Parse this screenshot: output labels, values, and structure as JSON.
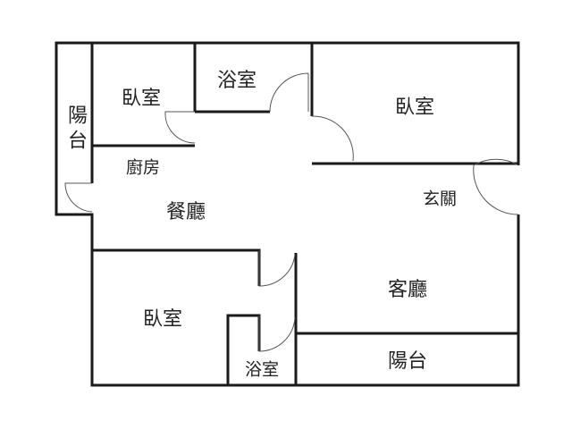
{
  "rooms": {
    "balcony_left": "陽台",
    "bedroom_top_left": "臥室",
    "bath_top": "浴室",
    "bedroom_top_right": "臥室",
    "kitchen": "廚房",
    "dining": "餐廳",
    "entrance": "玄關",
    "living": "客廳",
    "bedroom_bottom": "臥室",
    "bath_bottom": "浴室",
    "balcony_bottom": "陽台"
  },
  "colors": {
    "wall": "#1a1a1a",
    "door": "#555555"
  }
}
